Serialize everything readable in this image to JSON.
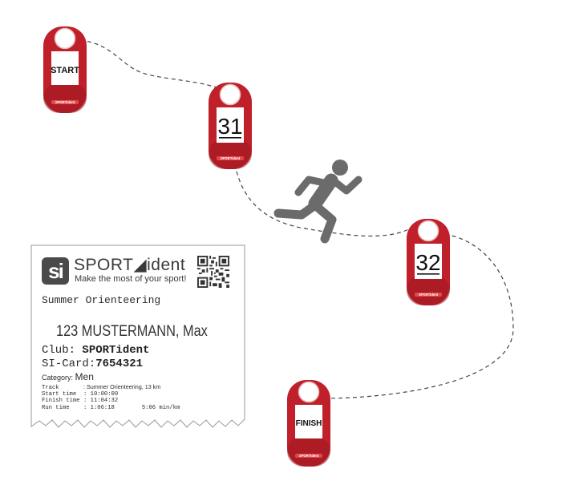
{
  "colors": {
    "unit_red": "#c0202a",
    "unit_red_dark": "#9c1820",
    "runner_gray": "#6b6b6b",
    "path_gray": "#444444"
  },
  "icons": [
    "runner-icon",
    "qr-code-icon",
    "si-logo-icon"
  ],
  "units": [
    {
      "id": "start",
      "label": "START",
      "kind": "text"
    },
    {
      "id": "c31",
      "label": "31",
      "kind": "number"
    },
    {
      "id": "c32",
      "label": "32",
      "kind": "number"
    },
    {
      "id": "finish",
      "label": "FINISH",
      "kind": "text"
    }
  ],
  "unit_brand": "SPORTident",
  "receipt": {
    "logo_text": "si",
    "brand": "SPORT◢ident",
    "slogan": "Make the most of your sport!",
    "event": "Summer Orienteering",
    "runner": "123 MUSTERMANN, Max",
    "club_label": "Club: ",
    "club_value": "SPORTident",
    "card_label": "SI-Card:",
    "card_value": "7654321",
    "category_label": "Category: ",
    "category_value": "Men",
    "rows": [
      {
        "label": "Track",
        "value": ": Summer Orienteering, 13 km"
      },
      {
        "label": "Start time",
        "value": ": 10:00:00"
      },
      {
        "label": "Finish time",
        "value": ": 11:04:32"
      },
      {
        "label": "Run time",
        "value": ":  1:06:18",
        "extra": "5:06 min/km"
      }
    ]
  }
}
